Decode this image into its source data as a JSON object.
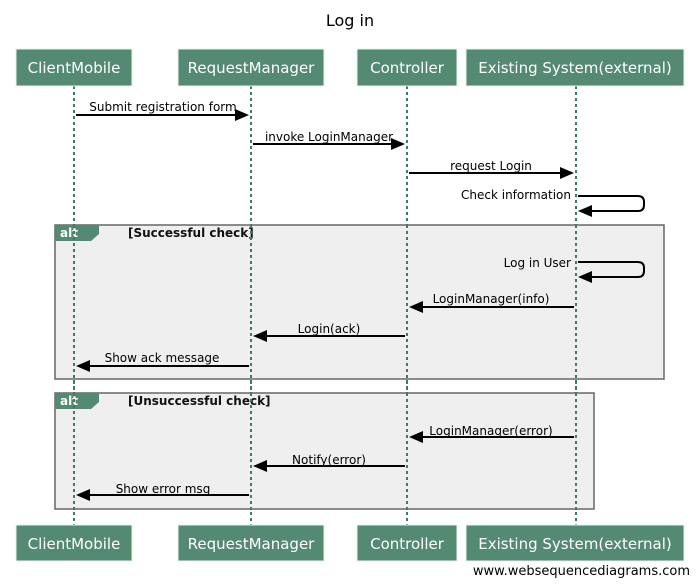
{
  "title": "Log in",
  "participants": [
    {
      "id": "client",
      "label": "ClientMobile"
    },
    {
      "id": "request",
      "label": "RequestManager"
    },
    {
      "id": "controller",
      "label": "Controller"
    },
    {
      "id": "existing",
      "label": "Existing System(external)"
    }
  ],
  "messages": [
    {
      "from": "client",
      "to": "request",
      "label": "Submit registration form"
    },
    {
      "from": "request",
      "to": "controller",
      "label": "invoke LoginManager"
    },
    {
      "from": "controller",
      "to": "existing",
      "label": "request Login"
    },
    {
      "from": "existing",
      "to": "existing",
      "label": "Check information"
    },
    {
      "from": "existing",
      "to": "existing",
      "label": "Log in User"
    },
    {
      "from": "existing",
      "to": "controller",
      "label": "LoginManager(info)"
    },
    {
      "from": "controller",
      "to": "request",
      "label": "Login(ack)"
    },
    {
      "from": "request",
      "to": "client",
      "label": "Show ack message"
    },
    {
      "from": "existing",
      "to": "controller",
      "label": "LoginManager(error)"
    },
    {
      "from": "controller",
      "to": "request",
      "label": "Notify(error)"
    },
    {
      "from": "request",
      "to": "client",
      "label": "Show error msg"
    }
  ],
  "fragments": [
    {
      "operator": "alt",
      "condition": "[Successful check]"
    },
    {
      "operator": "alt",
      "condition": "[Unsuccessful check]"
    }
  ],
  "watermark": "www.websequencediagrams.com",
  "colors": {
    "participant_fill": "#548a72",
    "lifeline": "#3f7a62",
    "frame_fill": "#efefef"
  }
}
